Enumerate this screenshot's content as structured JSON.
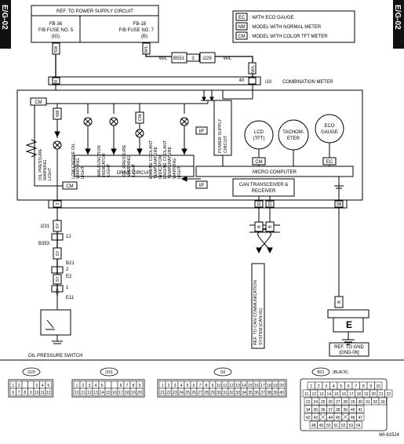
{
  "section_tab": "E/G-02",
  "power_box": {
    "title": "REF. TO POWER SUPPLY CIRCUIT",
    "fuse_left": [
      "FB-36",
      "F/B FUSE NO. 5",
      "(IG)"
    ],
    "fuse_right": [
      "FB-18",
      "F/B FUSE NO. 7",
      "(B)"
    ]
  },
  "legend": [
    {
      "code": "EC",
      "text": ": WITH ECO GAUGE"
    },
    {
      "code": "NM",
      "text": ": MODEL WITH NORMAL METER"
    },
    {
      "code": "CM",
      "text": ": MODEL WITH COLOR TFT METER"
    }
  ],
  "connectors": {
    "b551": "B551",
    "i229": "i229",
    "i10": "i10",
    "i231": "i231",
    "b353": "B353",
    "b21": "B21",
    "e2": "E2",
    "e11": "E11",
    "pin3": "3"
  },
  "meter_label": "COMBINATION METER",
  "meter_pins": {
    "p20": "20",
    "p40": "40",
    "p3": "3",
    "p32": "32",
    "p33": "33",
    "p38": "38",
    "p1": "1",
    "p2": "2",
    "p12": "12"
  },
  "wire_colors": {
    "sw": "SW",
    "wl": "W/L",
    "wl2": "W/L",
    "wl3": "W/L",
    "sy": "SY",
    "sy2": "SY",
    "sy3": "SY",
    "sy4": "SY",
    "b": "B",
    "b2": "B"
  },
  "tags": {
    "cm": "CM",
    "nm": "NM",
    "ec": "EC",
    "if": "I/F"
  },
  "lights": [
    {
      "lines": [
        "LOW ENGINE OIL",
        "WARNING",
        "LIGHT"
      ]
    },
    {
      "lines": [
        "MALFUNCTION",
        "INDICATOR",
        "LIGHT"
      ]
    },
    {
      "lines": [
        "OIL PRESSURE",
        "WARNING",
        "LIGHT"
      ]
    },
    {
      "lines": [
        "ENGINE COOLANT",
        "TEMPERATURE",
        "INDICATOR",
        "ENGINE COOLANT",
        "TEMPERATURE",
        "WARNING",
        "LIGHT"
      ]
    }
  ],
  "oil_pressure_light": [
    "OIL PRESSURE",
    "WARNING",
    "LIGHT"
  ],
  "power_supply_circuit": [
    "POWER SUPPLY",
    "CIRCUIT"
  ],
  "lcd": [
    "LCD",
    "(TFT)"
  ],
  "tacho": [
    "TACHOM-",
    "ETER"
  ],
  "eco_gauge": [
    "ECO",
    "GAUGE"
  ],
  "drive_circuit": "DRIVE CIRCUIT",
  "micro_computer": "MICRO COMPUTER",
  "can": [
    "CAN TRANSCEIVER &",
    "RECEIVER"
  ],
  "can_ref": [
    "REF. TO CAN COMMUNICATION",
    "SYSTEM [CAN-01]"
  ],
  "ground_letter": "E",
  "gnd_ref": [
    "REF. TO GND",
    "[GND-06]"
  ],
  "oil_switch": "OIL PRESSURE SWITCH",
  "bottom_connectors": {
    "i229": {
      "label": "i229",
      "top": [
        "1",
        "2",
        "",
        "",
        "3",
        "4",
        "5"
      ],
      "bot": [
        "6",
        "7",
        "8",
        "9",
        "10",
        "11",
        "12"
      ]
    },
    "i231": {
      "label": "i231",
      "top": [
        "1",
        "2",
        "3",
        "4",
        "5",
        "",
        "",
        "6",
        "7",
        "8",
        "9"
      ],
      "bot": [
        "10",
        "11",
        "12",
        "13",
        "14",
        "15",
        "16",
        "17",
        "18",
        "19",
        "20"
      ]
    },
    "i10": {
      "label": "i10",
      "top": [
        "1",
        "2",
        "3",
        "4",
        "5",
        "6",
        "7",
        "8",
        "9",
        "10",
        "11",
        "12",
        "13",
        "14",
        "15",
        "16",
        "17",
        "18",
        "19",
        "20"
      ],
      "bot": [
        "21",
        "22",
        "23",
        "24",
        "25",
        "26",
        "27",
        "28",
        "29",
        "30",
        "31",
        "32",
        "33",
        "34",
        "35",
        "36",
        "37",
        "38",
        "39",
        "40"
      ]
    },
    "b21": {
      "label": "B21",
      "color": "(BLACK)",
      "rows": [
        [
          "1",
          "2",
          "3",
          "4",
          "5",
          "6",
          "7",
          "8",
          "9",
          "10"
        ],
        [
          "11",
          "12",
          "13",
          "14",
          "15",
          "16",
          "17",
          "18",
          "19",
          "20",
          "21",
          "22"
        ],
        [
          "23",
          "24",
          "25",
          "26",
          "27",
          "28",
          "29",
          "30",
          "31",
          "32",
          "33"
        ],
        [
          "34",
          "35",
          "36",
          "37",
          "38",
          "39",
          "40",
          "41"
        ],
        [
          "42",
          "43",
          "",
          "44",
          "45",
          "",
          "46",
          "47"
        ],
        [
          "48",
          "49",
          "50",
          "51",
          "52",
          "53",
          "54"
        ]
      ]
    }
  },
  "figure_id": "WI-61524"
}
